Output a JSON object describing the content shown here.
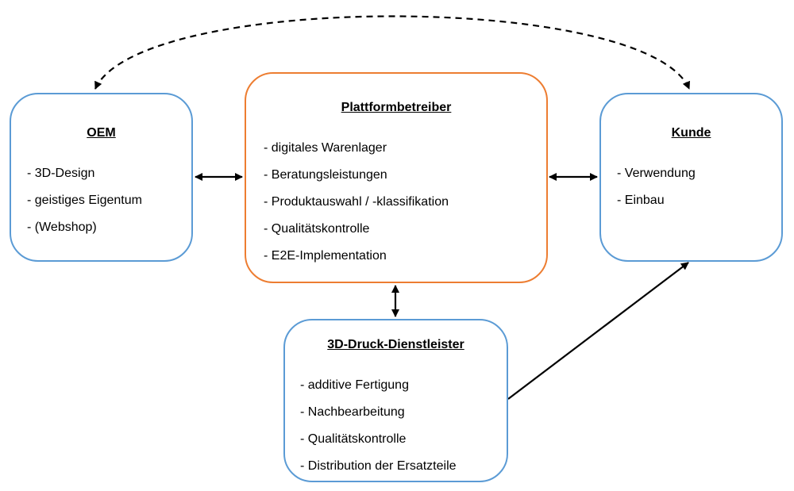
{
  "diagram": {
    "nodes": {
      "oem": {
        "title": "OEM",
        "items": [
          "- 3D-Design",
          "- geistiges Eigentum",
          "- (Webshop)"
        ]
      },
      "plattform": {
        "title": "Plattformbetreiber",
        "items": [
          "- digitales Warenlager",
          "- Beratungsleistungen",
          "- Produktauswahl / -klassifikation",
          "- Qualitätskontrolle",
          "- E2E-Implementation"
        ]
      },
      "kunde": {
        "title": "Kunde",
        "items": [
          "- Verwendung",
          "- Einbau"
        ]
      },
      "dienstleister": {
        "title": "3D-Druck-Dienstleister",
        "items": [
          "- additive Fertigung",
          "- Nachbearbeitung",
          "- Qualitätskontrolle",
          "- Distribution der Ersatzteile"
        ]
      }
    },
    "edges": [
      {
        "from": "oem",
        "to": "plattform",
        "style": "solid",
        "direction": "both"
      },
      {
        "from": "plattform",
        "to": "kunde",
        "style": "solid",
        "direction": "both"
      },
      {
        "from": "plattform",
        "to": "dienstleister",
        "style": "solid",
        "direction": "both"
      },
      {
        "from": "dienstleister",
        "to": "kunde",
        "style": "solid",
        "direction": "forward"
      },
      {
        "from": "oem",
        "to": "kunde",
        "style": "dashed",
        "direction": "both"
      }
    ],
    "colors": {
      "blue_border": "#5b9bd5",
      "orange_border": "#ed7d31",
      "arrow": "#000000"
    }
  }
}
